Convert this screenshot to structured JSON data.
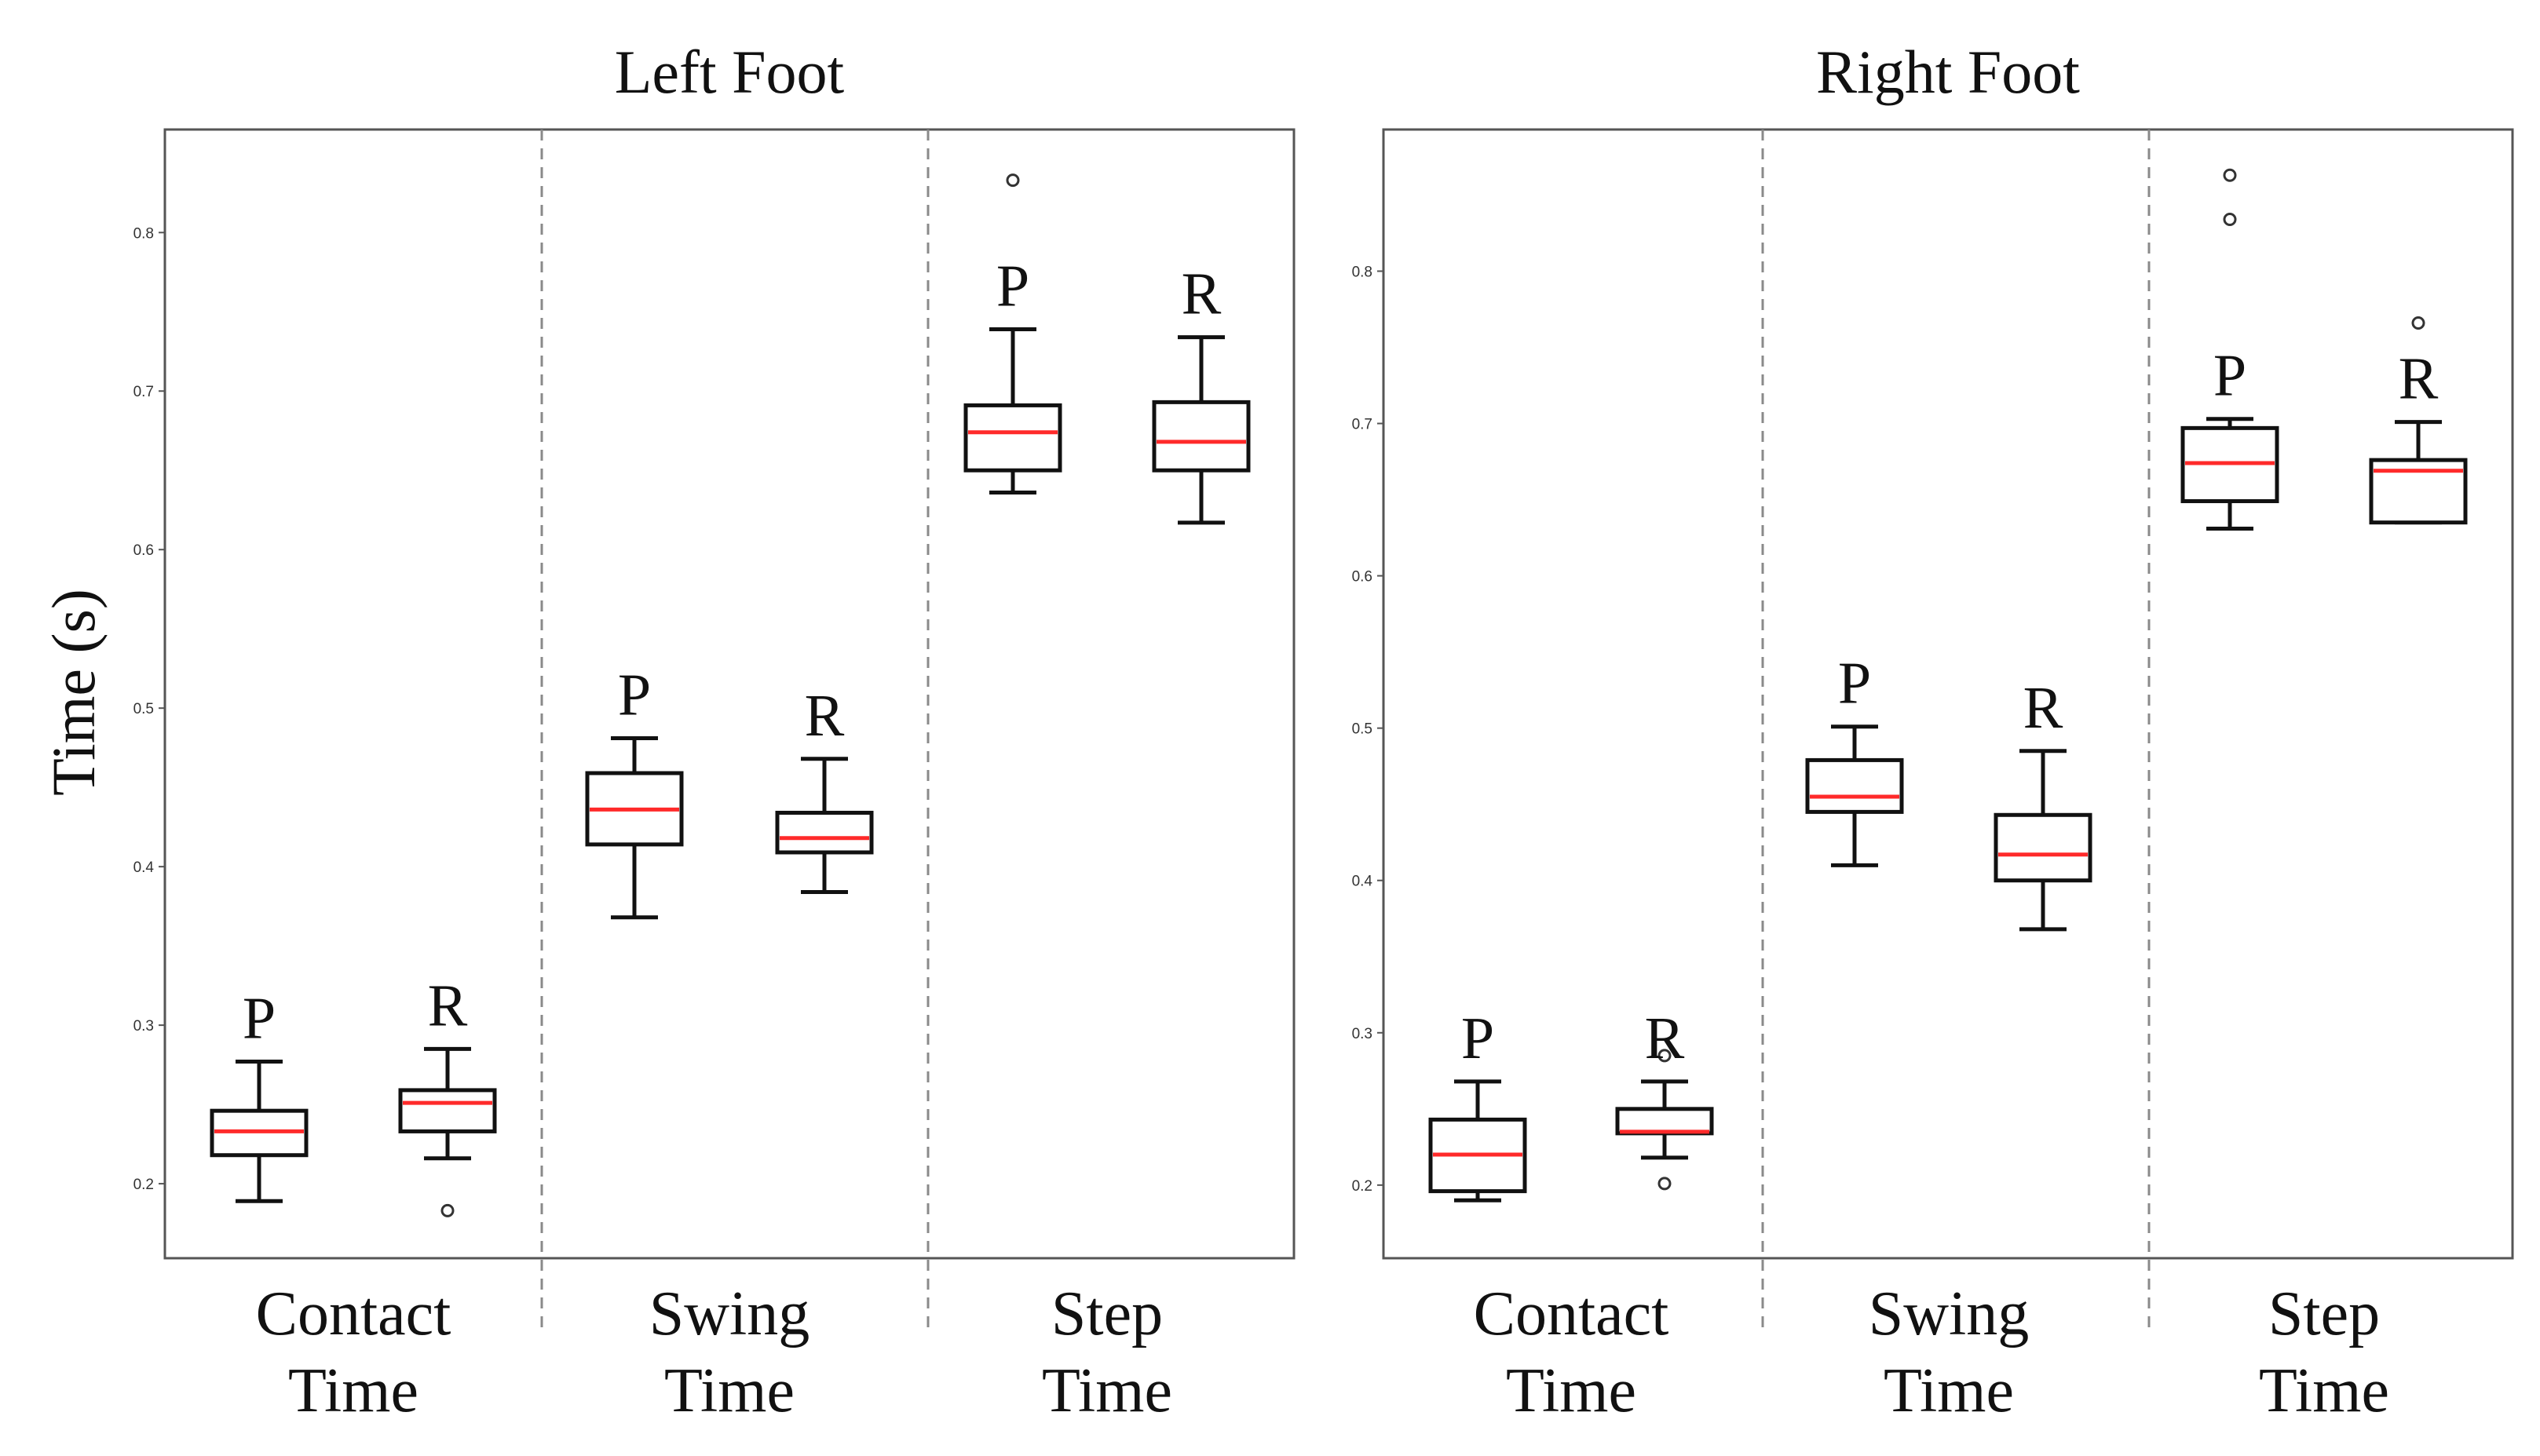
{
  "y_axis_label": "Time (s)",
  "chart_data": [
    {
      "type": "box",
      "title": "Left Foot",
      "ylabel": "Time (s)",
      "ylim": [
        0.153,
        0.865
      ],
      "yticks": [
        0.2,
        0.3,
        0.4,
        0.5,
        0.6,
        0.7,
        0.8
      ],
      "groups": [
        {
          "name": "Contact Time",
          "boxes": [
            {
              "label": "P",
              "whislo": 0.189,
              "q1": 0.218,
              "med": 0.233,
              "q3": 0.246,
              "whishi": 0.277,
              "fliers": []
            },
            {
              "label": "R",
              "whislo": 0.216,
              "q1": 0.233,
              "med": 0.251,
              "q3": 0.259,
              "whishi": 0.285,
              "fliers": [
                0.183
              ]
            }
          ]
        },
        {
          "name": "Swing Time",
          "boxes": [
            {
              "label": "P",
              "whislo": 0.368,
              "q1": 0.414,
              "med": 0.436,
              "q3": 0.459,
              "whishi": 0.481,
              "fliers": []
            },
            {
              "label": "R",
              "whislo": 0.384,
              "q1": 0.409,
              "med": 0.418,
              "q3": 0.434,
              "whishi": 0.468,
              "fliers": []
            }
          ]
        },
        {
          "name": "Step Time",
          "boxes": [
            {
              "label": "P",
              "whislo": 0.636,
              "q1": 0.65,
              "med": 0.674,
              "q3": 0.691,
              "whishi": 0.739,
              "fliers": [
                0.833
              ]
            },
            {
              "label": "R",
              "whislo": 0.617,
              "q1": 0.65,
              "med": 0.668,
              "q3": 0.693,
              "whishi": 0.734,
              "fliers": []
            }
          ]
        }
      ]
    },
    {
      "type": "box",
      "title": "Right Foot",
      "ylabel": "",
      "ylim": [
        0.152,
        0.893
      ],
      "yticks": [
        0.2,
        0.3,
        0.4,
        0.5,
        0.6,
        0.7,
        0.8
      ],
      "groups": [
        {
          "name": "Contact Time",
          "boxes": [
            {
              "label": "P",
              "whislo": 0.19,
              "q1": 0.196,
              "med": 0.22,
              "q3": 0.243,
              "whishi": 0.268,
              "fliers": []
            },
            {
              "label": "R",
              "whislo": 0.218,
              "q1": 0.234,
              "med": 0.235,
              "q3": 0.25,
              "whishi": 0.268,
              "fliers": [
                0.285,
                0.201
              ]
            }
          ]
        },
        {
          "name": "Swing Time",
          "boxes": [
            {
              "label": "P",
              "whislo": 0.41,
              "q1": 0.445,
              "med": 0.455,
              "q3": 0.479,
              "whishi": 0.501,
              "fliers": []
            },
            {
              "label": "R",
              "whislo": 0.368,
              "q1": 0.4,
              "med": 0.417,
              "q3": 0.443,
              "whishi": 0.485,
              "fliers": []
            }
          ]
        },
        {
          "name": "Step Time",
          "boxes": [
            {
              "label": "P",
              "whislo": 0.631,
              "q1": 0.649,
              "med": 0.674,
              "q3": 0.697,
              "whishi": 0.703,
              "fliers": [
                0.863,
                0.834
              ]
            },
            {
              "label": "R",
              "whislo": 0.635,
              "q1": 0.635,
              "med": 0.669,
              "q3": 0.676,
              "whishi": 0.701,
              "fliers": [
                0.766
              ]
            }
          ]
        }
      ]
    }
  ]
}
